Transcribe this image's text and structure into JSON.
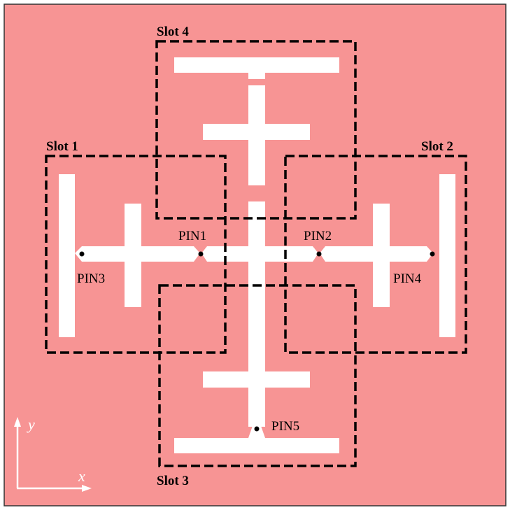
{
  "colors": {
    "substrate": "#f79494",
    "slotline": "#ffffff",
    "border": "#333333",
    "dashed_box": "#000000",
    "axis": "#ffffff"
  },
  "slots": [
    {
      "id": "slot1",
      "label": "Slot 1"
    },
    {
      "id": "slot2",
      "label": "Slot 2"
    },
    {
      "id": "slot3",
      "label": "Slot 3"
    },
    {
      "id": "slot4",
      "label": "Slot 4"
    }
  ],
  "pins": [
    {
      "id": "pin1",
      "label": "PIN1"
    },
    {
      "id": "pin2",
      "label": "PIN2"
    },
    {
      "id": "pin3",
      "label": "PIN3"
    },
    {
      "id": "pin4",
      "label": "PIN4"
    },
    {
      "id": "pin5",
      "label": "PIN5"
    }
  ],
  "axes": {
    "x_label": "x",
    "y_label": "y"
  }
}
